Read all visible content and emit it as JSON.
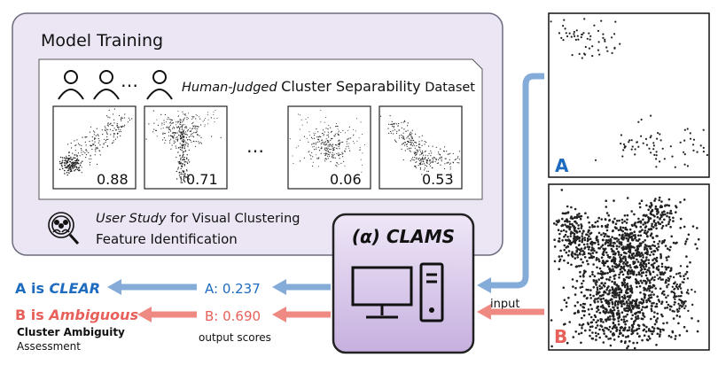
{
  "training": {
    "title": "Model Training",
    "dataset_prefix": "Human-Judged",
    "dataset_middle": "Cluster Separability",
    "dataset_suffix": "Dataset",
    "ellipsis_people": "…",
    "ellipsis_plots": "…",
    "scores": [
      "0.88",
      "0.71",
      "0.06",
      "0.53"
    ],
    "study_prefix": "User Study",
    "study_suffix": " for Visual Clustering",
    "study_line2": "Feature Identification"
  },
  "model": {
    "title": "(α) CLAMS"
  },
  "input_label": "input",
  "output": {
    "a_score": "A: 0.237",
    "b_score": "B: 0.690",
    "scores_label": "output scores",
    "a_result_prefix": "A is ",
    "a_result_word": "CLEAR",
    "b_result_prefix": "B is ",
    "b_result_word": "Ambiguous",
    "assess_line1": "Cluster Ambiguity",
    "assess_line2": "Assessment"
  },
  "panels": {
    "a_label": "A",
    "b_label": "B"
  },
  "colors": {
    "blue": "#1e6bbf",
    "red": "#e8605a",
    "arrow_blue": "#85acd9",
    "arrow_red": "#ef8a83",
    "purple_bg": "#ece6f4",
    "purple_dark": "#b79fd3"
  }
}
